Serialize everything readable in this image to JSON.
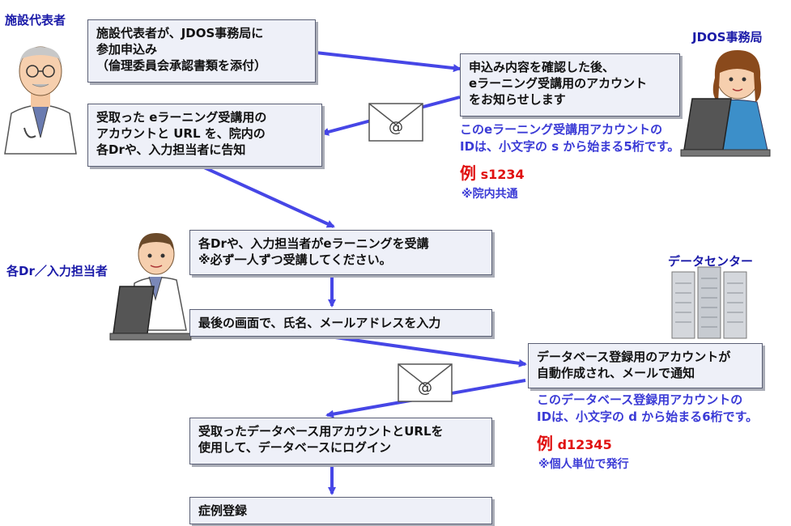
{
  "actors": {
    "representative": "施設代表者",
    "office": "JDOS事務局",
    "doctors": "各Dr／入力担当者",
    "datacenter": "データセンター"
  },
  "steps": {
    "apply": "施設代表者が、JDOS事務局に\n参加申込み\n（倫理委員会承認書類を添付）",
    "confirm": "申込み内容を確認した後、\neラーニング受講用のアカウント\nをお知らせします",
    "announce": "受取った eラーニング受講用の\nアカウントと URL を、院内の\n各Drや、入力担当者に告知",
    "elearning": "各Drや、入力担当者がeラーニングを受講\n※必ず一人ずつ受講してください。",
    "enter_info": "最後の画面で、氏名、メールアドレスを入力",
    "db_account": "データベース登録用のアカウントが\n自動作成され、メールで通知",
    "login": "受取ったデータベース用アカウントとURLを\n使用して、データベースにログイン",
    "register": "症例登録"
  },
  "notes": {
    "elearning_id": {
      "text": "このeラーニング受講用アカウントの\nIDは、小文字の s から始まる5桁です。",
      "example_label": "例",
      "example_value": "s1234",
      "scope": "※院内共通"
    },
    "db_id": {
      "text": "このデータベース登録用アカウントの\nIDは、小文字の d から始まる6桁です。",
      "example_label": "例",
      "example_value": "d12345",
      "scope": "※個人単位で発行"
    }
  },
  "icons": {
    "mail": "@"
  },
  "colors": {
    "arrow": "#4646e6",
    "box_fill": "#eef0f8",
    "box_border": "#5b6075",
    "note_text": "#3b3bd6",
    "example_text": "#e01010",
    "actor_text": "#1a1aa8"
  }
}
